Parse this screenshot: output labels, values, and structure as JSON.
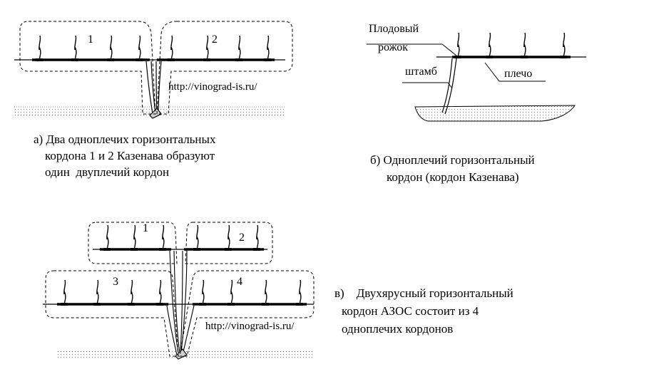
{
  "diagram_a": {
    "number_1": "1",
    "number_2": "2",
    "url": "http://vinograd-is.ru/",
    "caption_line1": "а) Два одноплечих горизонтальных",
    "caption_line2": "кордона 1 и 2 Казенава образуют",
    "caption_line3": "один  двуплечий кордон"
  },
  "diagram_b": {
    "label_fruit_horn_1": "Плодовый",
    "label_fruit_horn_2": "рожок",
    "label_trunk": "штамб",
    "label_arm": "плечо",
    "caption_line1": "б) Одноплечий горизонтальный",
    "caption_line2": "кордон (кордон Казенава)"
  },
  "diagram_c": {
    "number_1": "1",
    "number_2": "2",
    "number_3": "3",
    "number_4": "4",
    "url": "http://vinograd-is.ru/",
    "caption_line1": "в)    Двухярусный горизонтальный",
    "caption_line2": "кордон АЗОС состоит из 4",
    "caption_line3": "одноплечих кордонов"
  }
}
